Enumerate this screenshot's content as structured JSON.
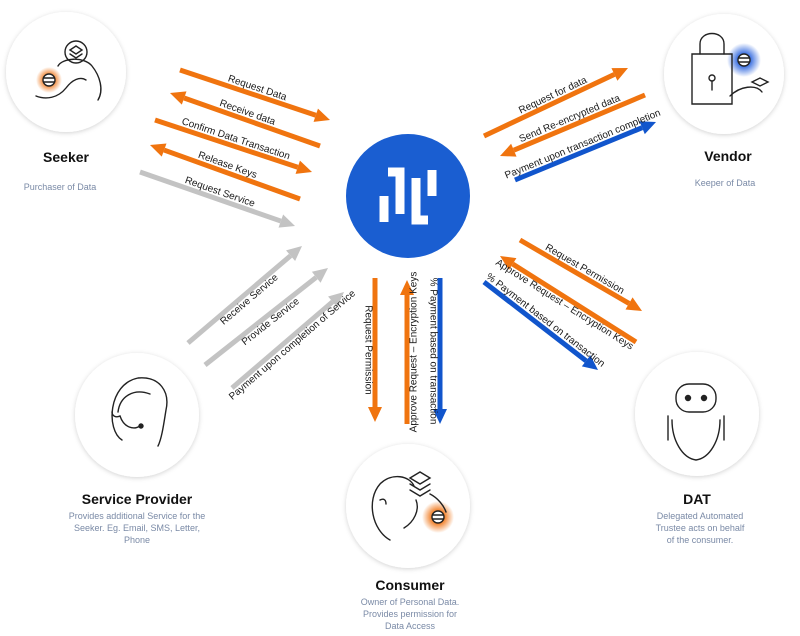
{
  "colors": {
    "orange": "#f0740f",
    "blue": "#1155cc",
    "gray": "#c3c3c3",
    "hub": "#1a5ed1",
    "desc": "#7a8aa6"
  },
  "nodes": {
    "seeker": {
      "title": "Seeker",
      "desc": [
        "Purchaser of Data"
      ],
      "icon": "hand-holding-data-icon"
    },
    "vendor": {
      "title": "Vendor",
      "desc": [
        "Keeper of Data"
      ],
      "icon": "lock-with-data-icon"
    },
    "service_provider": {
      "title": "Service Provider",
      "desc": [
        "Provides additional Service for the",
        "Seeker.  Eg. Email, SMS, Letter,",
        "Phone"
      ],
      "icon": "headset-agent-icon"
    },
    "dat": {
      "title": "DAT",
      "desc": [
        "Delegated Automated",
        "Trustee acts on behalf",
        "of the consumer."
      ],
      "icon": "robot-icon"
    },
    "consumer": {
      "title": "Consumer",
      "desc": [
        "Owner of Personal Data.",
        "Provides permission for",
        "Data Access"
      ],
      "icon": "person-with-data-icon"
    },
    "hub": {
      "icon": "platform-logo-icon"
    }
  },
  "arrows": {
    "seeker": [
      "Request Data",
      "Receive data",
      "Confirm Data Transaction",
      "Release Keys",
      "Request Service"
    ],
    "vendor": [
      "Request for data",
      "Send Re-encrypted data",
      "Payment upon transaction completion"
    ],
    "service_provider": [
      "Receive Service",
      "Provide Service",
      "Payment upon completion of Service"
    ],
    "consumer": [
      "Request Permission",
      "Approve Request – Encryption Keys",
      "% Payment based on transaction"
    ],
    "dat": [
      "Request Permission",
      "Approve Request – Encryption Keys",
      "% Payment based on transaction"
    ]
  }
}
